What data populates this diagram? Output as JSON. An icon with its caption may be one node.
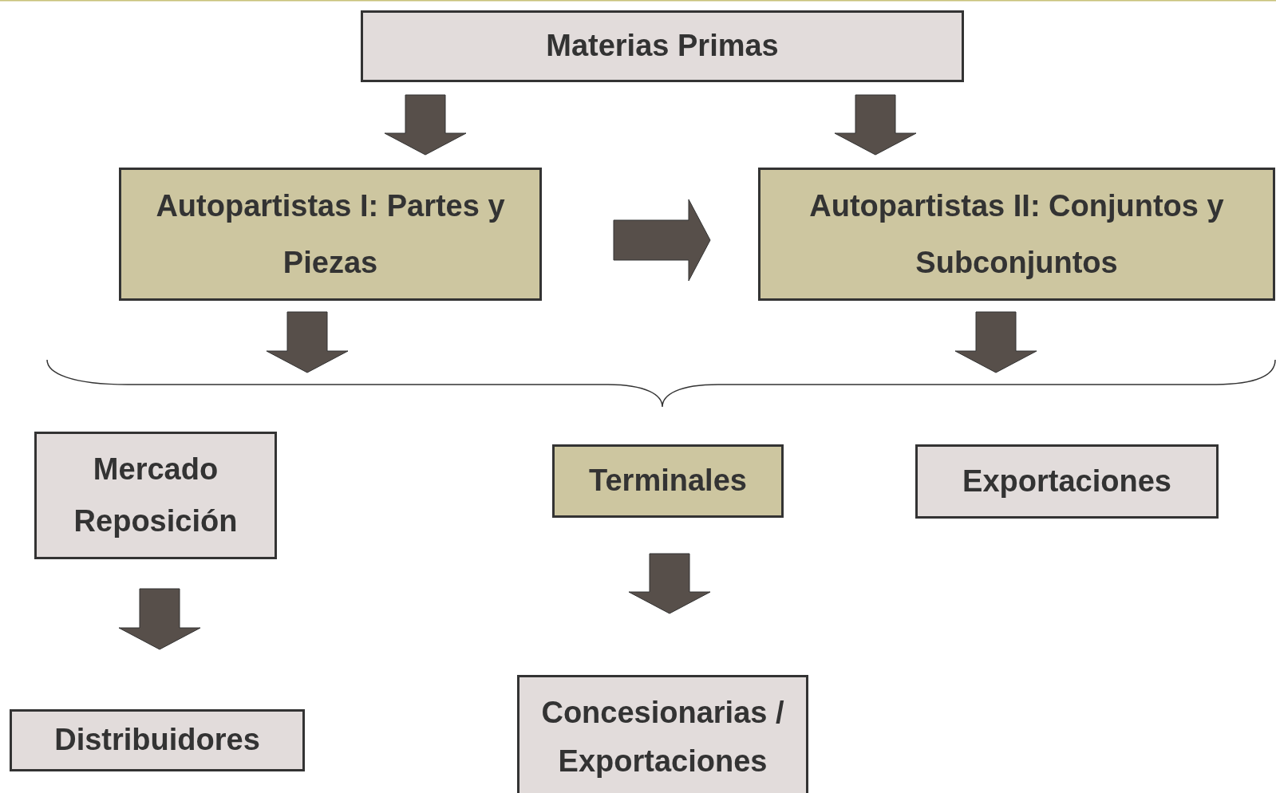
{
  "diagram": {
    "nodes": [
      {
        "text": [
          "Materias Primas"
        ]
      },
      {
        "text": [
          "Autopartistas I: Partes y Piezas"
        ]
      },
      {
        "text": [
          "Autopartistas II: Conjuntos y Subconjuntos"
        ]
      },
      {
        "text": [
          "Mercado Reposición"
        ]
      },
      {
        "text": [
          "Terminales"
        ]
      },
      {
        "text": [
          "Exportaciones"
        ]
      },
      {
        "text": [
          "Distribuidores"
        ]
      },
      {
        "text": [
          "Concesionarias / Exportaciones"
        ]
      }
    ],
    "edges": [
      {
        "from": 0,
        "to": 1,
        "arrow": "to"
      },
      {
        "from": 0,
        "to": 2,
        "arrow": "to"
      },
      {
        "from": 1,
        "to": 2,
        "arrow": "to"
      },
      {
        "from": 1,
        "to": null,
        "arrow": "to"
      },
      {
        "from": 2,
        "to": null,
        "arrow": "to"
      },
      {
        "from": 3,
        "to": 6,
        "arrow": "to"
      },
      {
        "from": 4,
        "to": 7,
        "arrow": "to"
      }
    ]
  }
}
